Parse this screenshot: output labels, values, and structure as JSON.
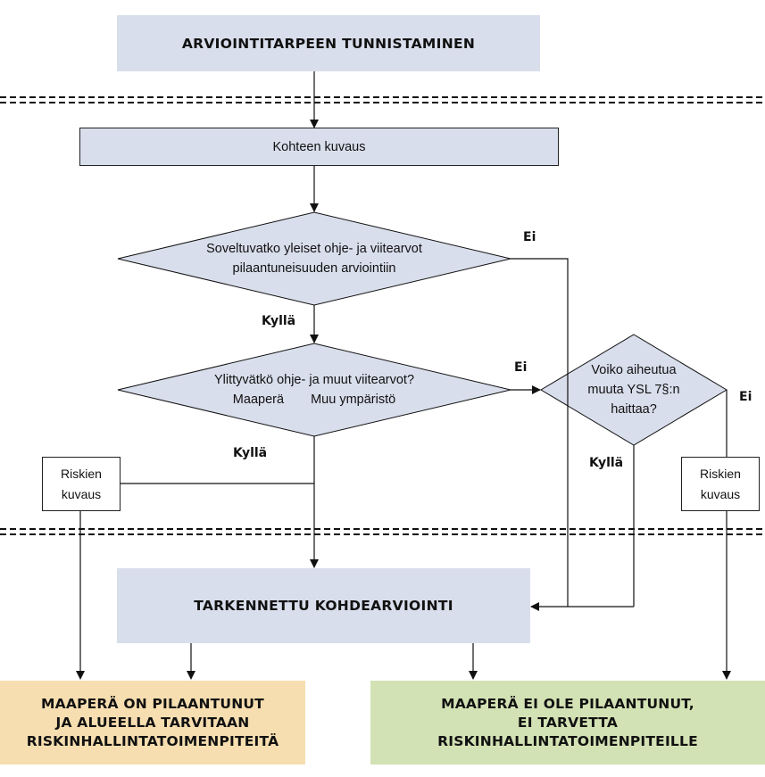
{
  "colors": {
    "box_fill": "#d9deec",
    "harmful_fill": "#f7deb0",
    "clean_fill": "#d3e2b4",
    "line": "#111111"
  },
  "boxes": {
    "assessment_need": "ARVIOINTITARPEEN TUNNISTAMINEN",
    "site_description": "Kohteen kuvaus",
    "refined_assessment": "TARKENNETTU KOHDEARVIOINTI"
  },
  "decisions": {
    "general_values": {
      "line1": "Soveltuvatko yleiset ohje- ja viitearvot",
      "line2": "pilaantuneisuuden arviointiin"
    },
    "exceed_values": {
      "line1": "Ylittyvätkö ohje- ja muut viitearvot?",
      "line2_left": "Maaperä",
      "line2_right": "Muu ympäristö"
    },
    "ysl_harm": {
      "line1": "Voiko aiheutua",
      "line2": "muuta YSL 7§:n",
      "line3": "haittaa?"
    }
  },
  "risk_description_left": {
    "line1": "Riskien",
    "line2": "kuvaus"
  },
  "risk_description_right": {
    "line1": "Riskien",
    "line2": "kuvaus"
  },
  "labels": {
    "ei_general": "Ei",
    "kylla_general": "Kyllä",
    "ei_exceed": "Ei",
    "kylla_exceed": "Kyllä",
    "kylla_ysl": "Kyllä",
    "ei_ysl": "Ei"
  },
  "outcomes": {
    "contaminated": {
      "line1": "MAAPERÄ ON PILAANTUNUT",
      "line2": "JA ALUEELLA TARVITAAN",
      "line3": "RISKINHALLINTATOIMENPITEITÄ"
    },
    "not_contaminated": {
      "line1": "MAAPERÄ EI OLE PILAANTUNUT,",
      "line2": "EI TARVETTA",
      "line3": "RISKINHALLINTATOIMENPITEILLE"
    }
  }
}
